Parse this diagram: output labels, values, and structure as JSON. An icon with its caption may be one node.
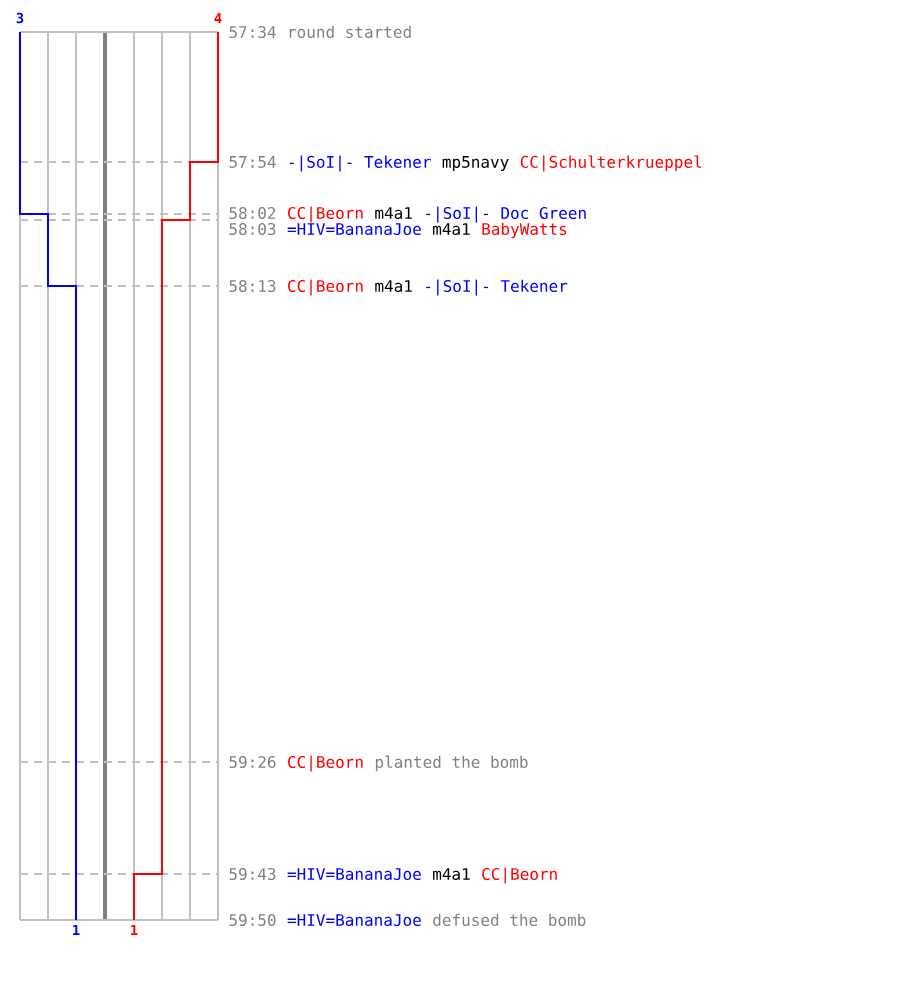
{
  "diagram": {
    "labels": [
      "3",
      "4",
      "57:34",
      "round started",
      "57:54",
      "-|SoI|- Tekener",
      "mp5navy",
      "CC|Schulterkrueppel",
      "58:02",
      "CC|Beorn",
      "m4a1",
      "-|SoI|- Doc Green",
      "58:03",
      "=HIV=BananaJoe",
      "m4a1",
      "BabyWatts",
      "58:13",
      "CC|Beorn",
      "m4a1",
      "-|SoI|- Tekener",
      "59:26",
      "CC|Beorn",
      "planted the bomb",
      "59:43",
      "=HIV=BananaJoe",
      "m4a1",
      "CC|Beorn",
      "59:50",
      "=HIV=BananaJoe",
      "defused the bomb",
      "1",
      "1"
    ]
  }
}
